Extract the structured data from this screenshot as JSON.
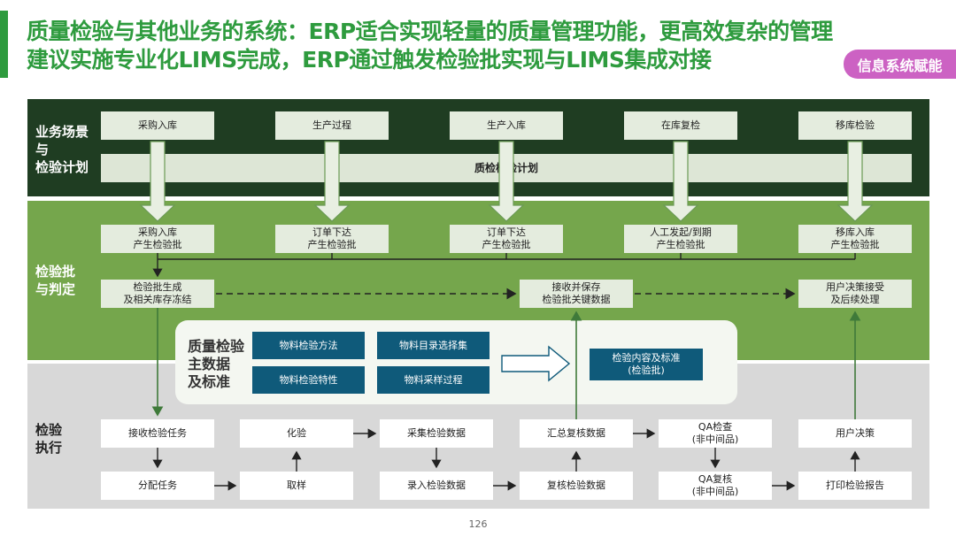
{
  "header": {
    "title_line1": "质量检验与其他业务的系统：ERP适合实现轻量的质量管理功能，更高效复杂的管理",
    "title_line2": "建议实施专业化LIMS完成，ERP通过触发检验批实现与LIMS集成对接",
    "tag": "信息系统赋能"
  },
  "bands": {
    "scenario_label": "业务场景\n与\n检验计划",
    "lot_label": "检验批\n与判定",
    "exec_label": "检验\n执行"
  },
  "scenarios": [
    "采购入库",
    "生产过程",
    "生产入库",
    "在库复检",
    "移库检验"
  ],
  "plan": "质检检验计划",
  "lots": [
    "采购入库\n产生检验批",
    "订单下达\n产生检验批",
    "订单下达\n产生检验批",
    "人工发起/到期\n产生检验批",
    "移库入库\n产生检验批"
  ],
  "decision": {
    "generate": "检验批生成\n及相关库存冻结",
    "receive": "接收并保存\n检验批关键数据",
    "user_decision": "用户决策接受\n及后续处理"
  },
  "master_data": {
    "label": "质量检验\n主数据\n及标准",
    "items": [
      "物料检验方法",
      "物料目录选择集",
      "物料检验特性",
      "物料采样过程"
    ],
    "result": "检验内容及标准\n(检验批)"
  },
  "execution": {
    "row1": [
      "接收检验任务",
      "化验",
      "采集检验数据",
      "汇总复核数据",
      "QA检查\n(非中间品)",
      "用户决策"
    ],
    "row2": [
      "分配任务",
      "取样",
      "录入检验数据",
      "复核检验数据",
      "QA复核\n(非中间品)",
      "打印检验报告"
    ]
  },
  "footer": {
    "page_number": "126"
  },
  "colors": {
    "title_green": "#2e9b3e",
    "tag_pink": "#cc62c3",
    "dark_band": "#1f3d22",
    "mid_band": "#75a64c",
    "grey_band": "#d8d8d8",
    "master_box": "#0f5a7a"
  }
}
